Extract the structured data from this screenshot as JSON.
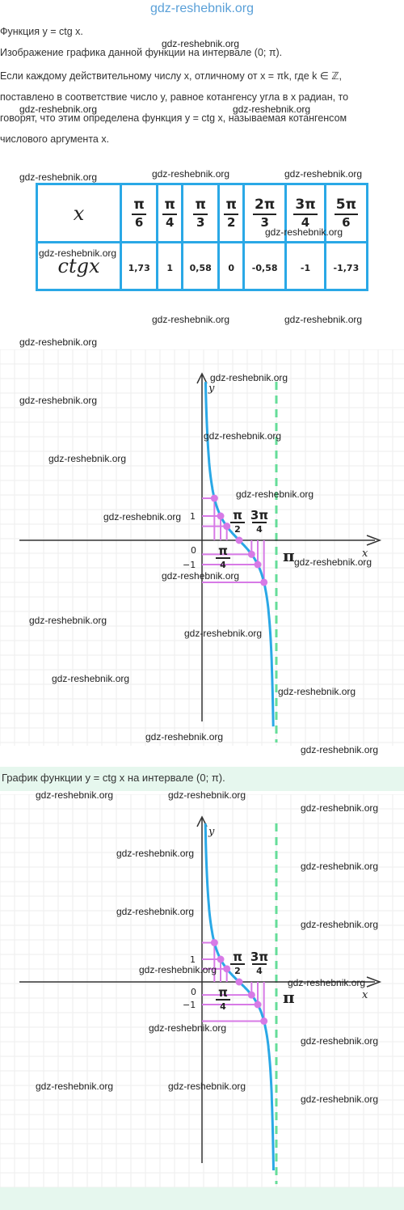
{
  "watermark": "gdz-reshebnik.org",
  "paragraphs": {
    "p1": "Функция y = ctg x.",
    "p2": "Изображение графика данной функции на интервале (0; π).",
    "p3": "Если каждому действительному числу x, отличному от x = πk, где k ∈ ℤ,",
    "p4": "поставлено в соответствие число y, равное котангенсу угла в x радиан, то",
    "p5": "говорят, что этим определена функция y = ctg x, называемая котангенсом",
    "p6": "числового аргумента x."
  },
  "table": {
    "row1_header": "x",
    "row2_header": "ctgx",
    "columns": [
      {
        "num": "π",
        "den": "6",
        "value": "1,73"
      },
      {
        "num": "π",
        "den": "4",
        "value": "1"
      },
      {
        "num": "π",
        "den": "3",
        "value": "0,58"
      },
      {
        "num": "π",
        "den": "2",
        "value": "0"
      },
      {
        "num": "2π",
        "den": "3",
        "value": "-0,58"
      },
      {
        "num": "3π",
        "den": "4",
        "value": "-1"
      },
      {
        "num": "5π",
        "den": "6",
        "value": "-1,73"
      }
    ]
  },
  "graph": {
    "y_label": "y",
    "x_label": "x",
    "origin_label": "0",
    "tick_one": "1",
    "tick_minus_one": "−1",
    "pi_label": "π",
    "frac_pi_2": {
      "num": "π",
      "den": "2"
    },
    "frac_3pi_4": {
      "num": "3π",
      "den": "4"
    },
    "frac_pi_4": {
      "num": "π",
      "den": "4"
    },
    "curve_color": "#2aa8e6",
    "marker_color": "#d77ae6",
    "asymptote_color": "#66dd99",
    "grid_color": "#eeeeee"
  },
  "caption": "График функции y = ctg x на интервале (0; π)."
}
